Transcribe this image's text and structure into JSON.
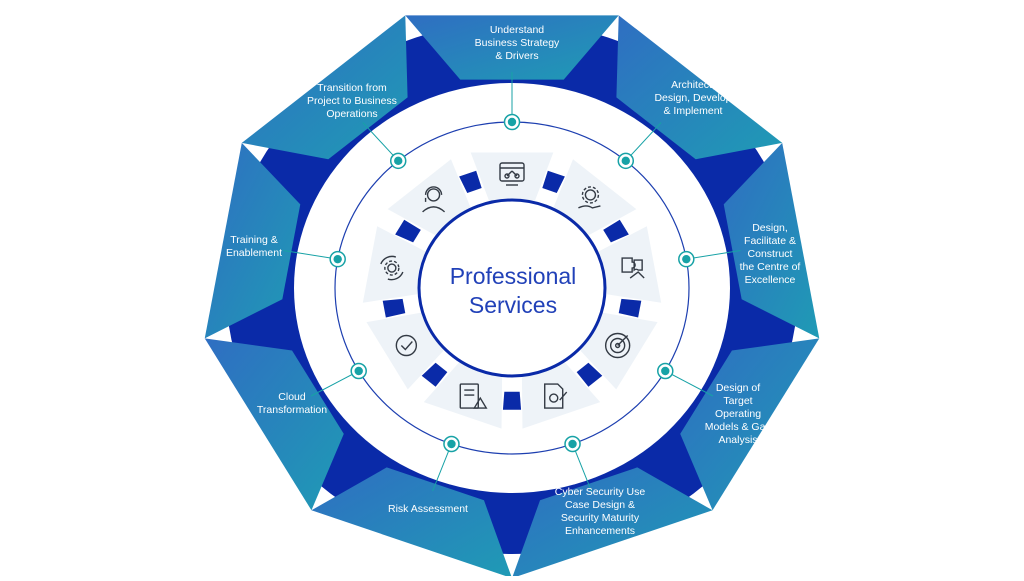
{
  "center": {
    "title": "Professional\nServices"
  },
  "colors": {
    "outer_ring": "#0a2aa8",
    "gradient_start": "#2f6ec2",
    "gradient_end": "#1f9bb5",
    "node": "#17a2a6",
    "line": "#1d3fb0",
    "title": "#2141b8"
  },
  "services": [
    {
      "label": "Understand\nBusiness Strategy\n& Drivers"
    },
    {
      "label": "Architect,\nDesign, Develop\n& Implement"
    },
    {
      "label": "Design,\nFacilitate &\nConstruct\nthe Centre of\nExcellence"
    },
    {
      "label": "Design of\nTarget\nOperating\nModels & Gap\nAnalysis"
    },
    {
      "label": "Cyber Security Use\nCase Design &\nSecurity Maturity\nEnhancements"
    },
    {
      "label": "Risk Assessment"
    },
    {
      "label": "Cloud\nTransformation"
    },
    {
      "label": "Training &\nEnablement"
    },
    {
      "label": "Transition from\nProject to Business\nOperations"
    }
  ],
  "icons": [
    "network-diagram-icon",
    "gear-hand-icon",
    "puzzle-hand-icon",
    "target-arrow-icon",
    "secure-document-icon",
    "checklist-warning-icon",
    "checkmark-circle-icon",
    "gear-cycle-icon",
    "support-agent-icon"
  ]
}
